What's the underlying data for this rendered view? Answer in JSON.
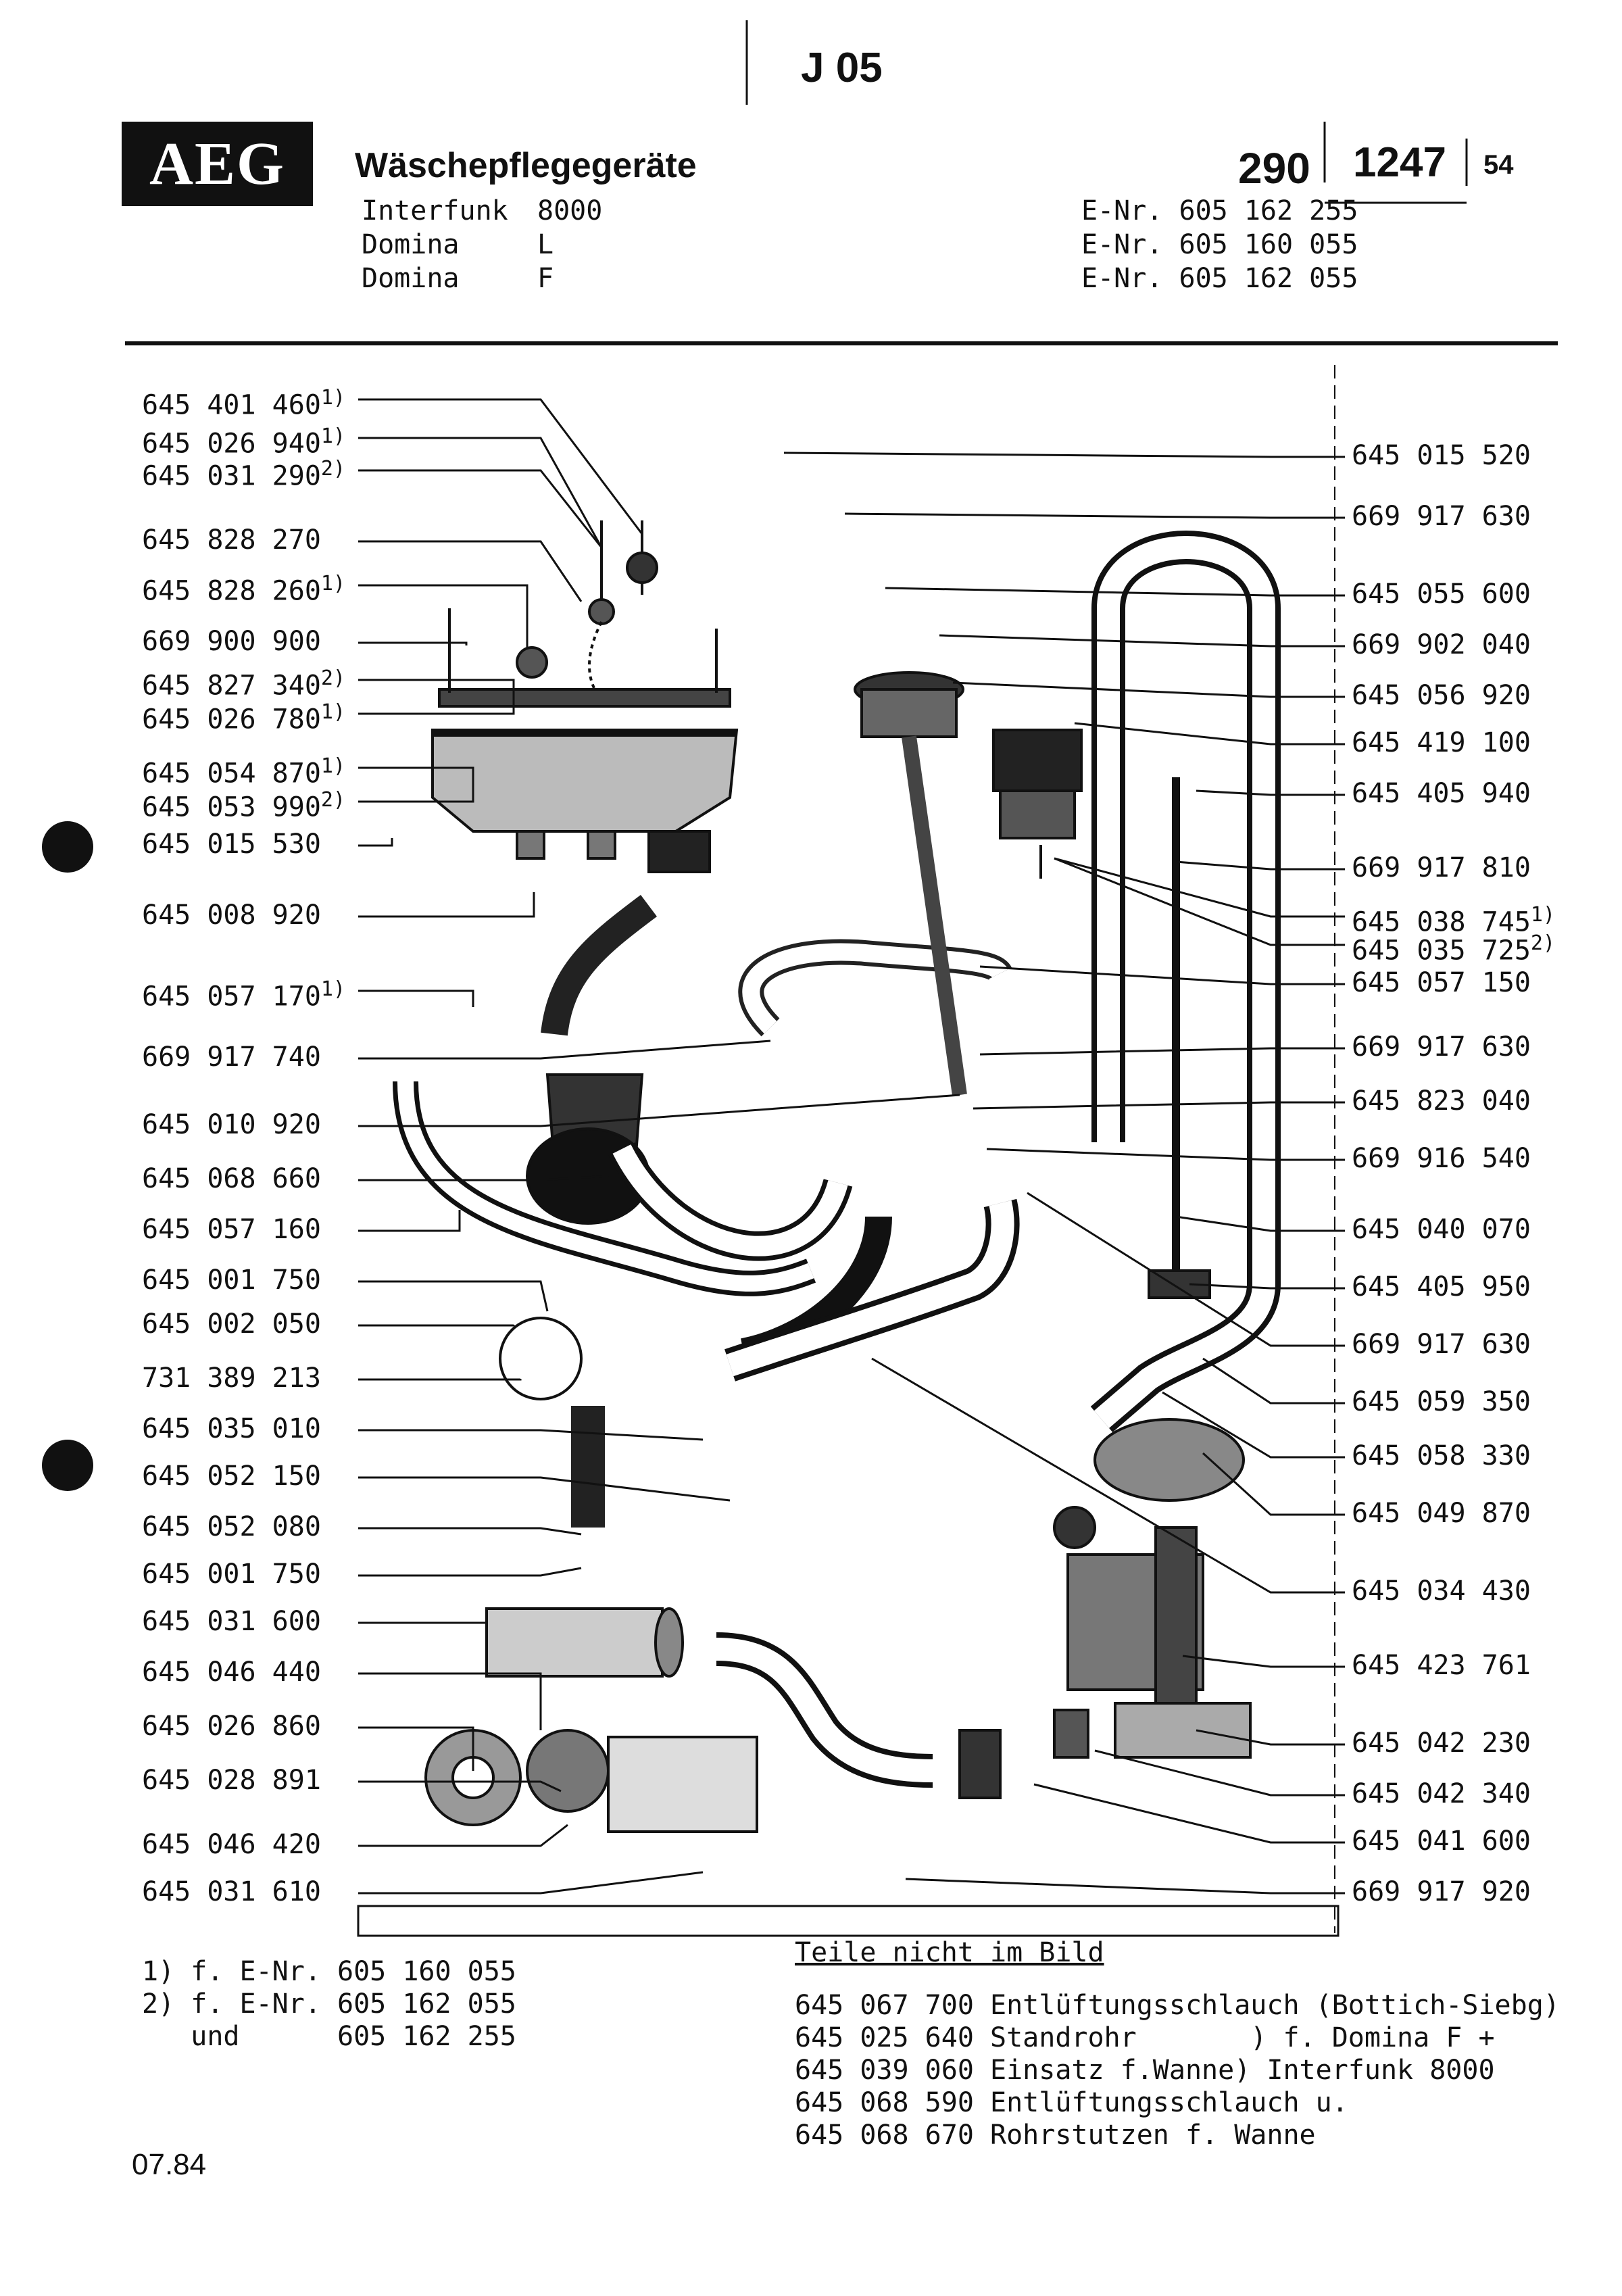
{
  "header": {
    "page_code": "J 05",
    "logo_text": "AEG",
    "product_title": "Wäschepflegegeräte",
    "models": [
      {
        "name": "Interfunk",
        "variant": "8000"
      },
      {
        "name": "Domina",
        "variant": "L"
      },
      {
        "name": "Domina",
        "variant": "F"
      }
    ],
    "doc_number": "290",
    "doc_subnumber": "1247",
    "doc_index": "54",
    "enr_list": [
      "E-Nr. 605 162 255",
      "E-Nr. 605 160 055",
      "E-Nr. 605 162 055"
    ]
  },
  "diagram": {
    "left_parts": [
      {
        "part": "645 401 460",
        "note": "1)"
      },
      {
        "part": "645 026 940",
        "note": "1)"
      },
      {
        "part": "645 031 290",
        "note": "2)"
      },
      {
        "part": "645 828 270",
        "note": ""
      },
      {
        "part": "645 828 260",
        "note": "1)"
      },
      {
        "part": "669 900 900",
        "note": ""
      },
      {
        "part": "645 827 340",
        "note": "2)"
      },
      {
        "part": "645 026 780",
        "note": "1)"
      },
      {
        "part": "645 054 870",
        "note": "1)"
      },
      {
        "part": "645 053 990",
        "note": "2)"
      },
      {
        "part": "645 015 530",
        "note": ""
      },
      {
        "part": "645 008 920",
        "note": ""
      },
      {
        "part": "645 057 170",
        "note": "1)"
      },
      {
        "part": "669 917 740",
        "note": ""
      },
      {
        "part": "645 010 920",
        "note": ""
      },
      {
        "part": "645 068 660",
        "note": ""
      },
      {
        "part": "645 057 160",
        "note": ""
      },
      {
        "part": "645 001 750",
        "note": ""
      },
      {
        "part": "645 002 050",
        "note": ""
      },
      {
        "part": "731 389 213",
        "note": ""
      },
      {
        "part": "645 035 010",
        "note": ""
      },
      {
        "part": "645 052 150",
        "note": ""
      },
      {
        "part": "645 052 080",
        "note": ""
      },
      {
        "part": "645 001 750",
        "note": ""
      },
      {
        "part": "645 031 600",
        "note": ""
      },
      {
        "part": "645 046 440",
        "note": ""
      },
      {
        "part": "645 026 860",
        "note": ""
      },
      {
        "part": "645 028 891",
        "note": ""
      },
      {
        "part": "645 046 420",
        "note": ""
      },
      {
        "part": "645 031 610",
        "note": ""
      }
    ],
    "right_parts": [
      {
        "part": "645 015 520",
        "note": ""
      },
      {
        "part": "669 917 630",
        "note": ""
      },
      {
        "part": "645 055 600",
        "note": ""
      },
      {
        "part": "669 902 040",
        "note": ""
      },
      {
        "part": "645 056 920",
        "note": ""
      },
      {
        "part": "645 419 100",
        "note": ""
      },
      {
        "part": "645 405 940",
        "note": ""
      },
      {
        "part": "669 917 810",
        "note": ""
      },
      {
        "part": "645 038 745",
        "note": "1)"
      },
      {
        "part": "645 035 725",
        "note": "2)"
      },
      {
        "part": "645 057 150",
        "note": ""
      },
      {
        "part": "669 917 630",
        "note": ""
      },
      {
        "part": "645 823 040",
        "note": ""
      },
      {
        "part": "669 916 540",
        "note": ""
      },
      {
        "part": "645 040 070",
        "note": ""
      },
      {
        "part": "645 405 950",
        "note": ""
      },
      {
        "part": "669 917 630",
        "note": ""
      },
      {
        "part": "645 059 350",
        "note": ""
      },
      {
        "part": "645 058 330",
        "note": ""
      },
      {
        "part": "645 049 870",
        "note": ""
      },
      {
        "part": "645 034 430",
        "note": ""
      },
      {
        "part": "645 423 761",
        "note": ""
      },
      {
        "part": "645 042 230",
        "note": ""
      },
      {
        "part": "645 042 340",
        "note": ""
      },
      {
        "part": "645 041 600",
        "note": ""
      },
      {
        "part": "669 917 920",
        "note": ""
      }
    ]
  },
  "footnotes": [
    "1) f. E-Nr. 605 160 055",
    "2) f. E-Nr. 605 162 055",
    "   und      605 162 255"
  ],
  "not_shown": {
    "title": "Teile nicht im Bild",
    "items": [
      "645 067 700 Entlüftungsschlauch (Bottich-Siebg)",
      "645 025 640 Standrohr       ) f. Domina F +",
      "645 039 060 Einsatz f.Wanne) Interfunk 8000",
      "645 068 590 Entlüftungsschlauch u.",
      "645 068 670 Rohrstutzen f. Wanne"
    ]
  },
  "date_code": "07.84"
}
